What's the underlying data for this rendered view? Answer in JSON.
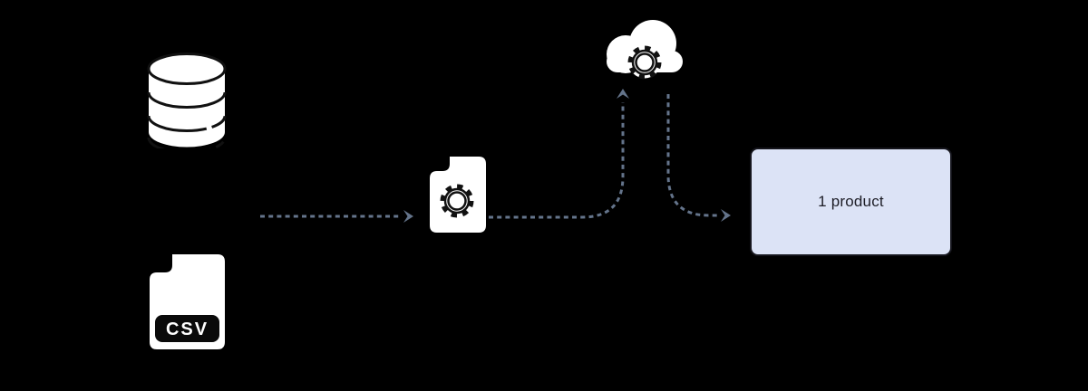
{
  "colors": {
    "background": "#000000",
    "arrow": "#64748b",
    "result_fill": "#dce3f6",
    "result_text": "#1d1d26",
    "icon_fill": "#ffffff",
    "icon_line": "#111111",
    "csv_badge_bg": "#0a0a0a",
    "csv_badge_text": "#ffffff"
  },
  "nodes": {
    "database": {
      "icon": "database-icon"
    },
    "csv_file": {
      "icon": "csv-file-icon",
      "badge_label": "CSV"
    },
    "processor_file": {
      "icon": "file-gear-icon"
    },
    "cloud_process": {
      "icon": "cloud-gear-icon"
    },
    "result": {
      "label": "1 product"
    }
  },
  "arrows": [
    {
      "name": "arrow-sources-to-processor",
      "direction": "right"
    },
    {
      "name": "arrow-processor-to-cloud",
      "direction": "up"
    },
    {
      "name": "arrow-cloud-to-result",
      "direction": "right"
    }
  ]
}
